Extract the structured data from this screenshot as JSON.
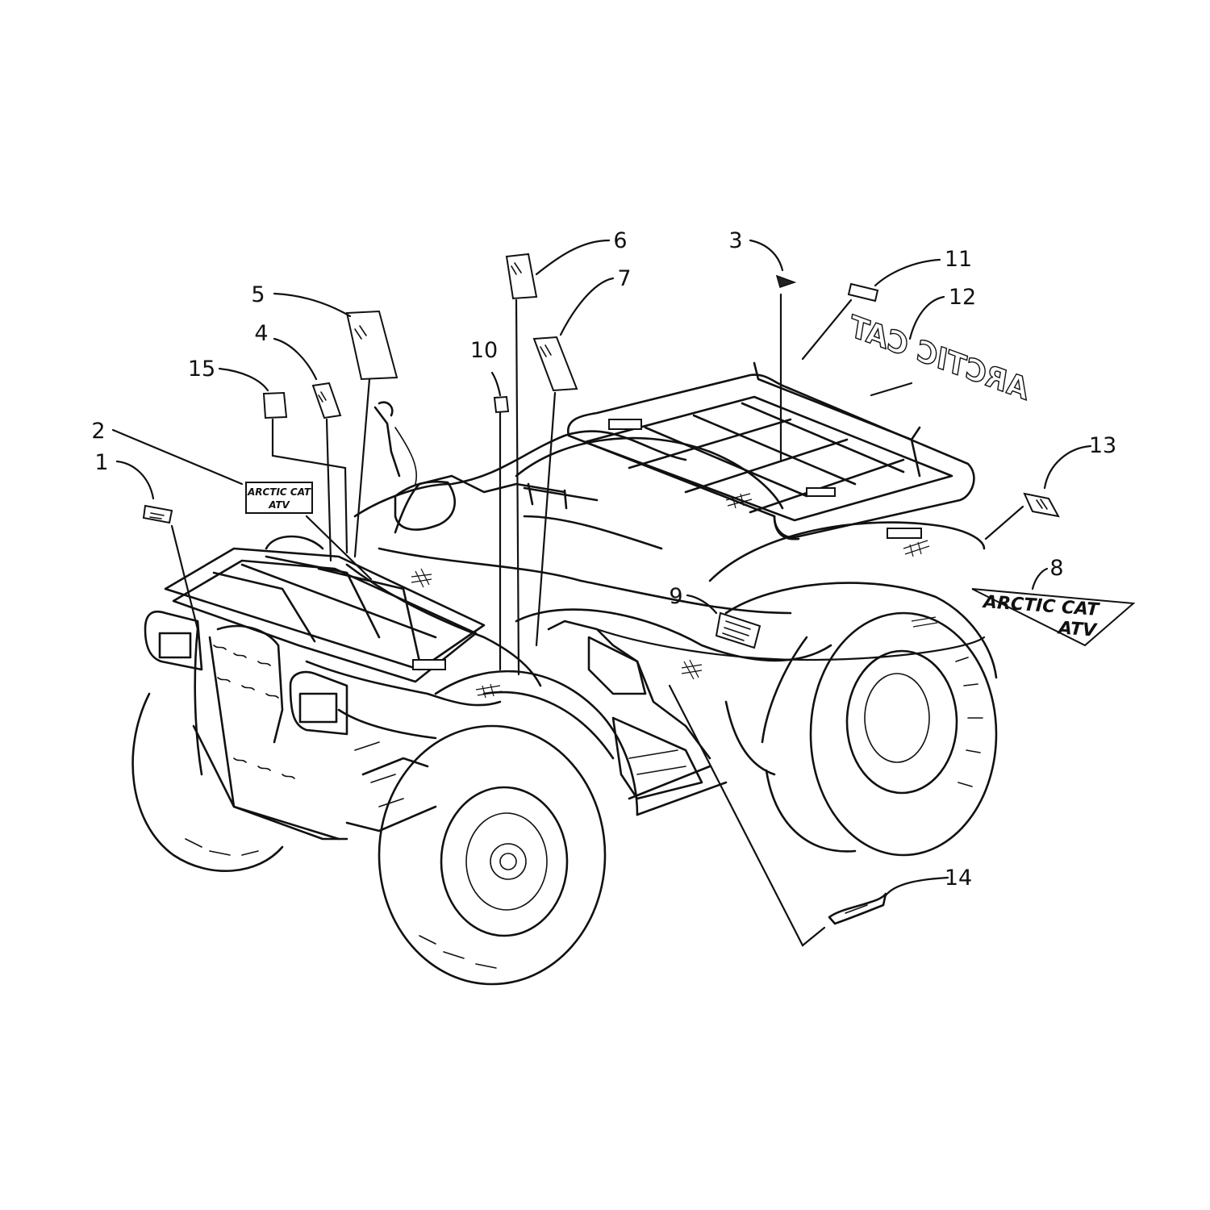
{
  "callouts": [
    {
      "id": "1",
      "label": "1"
    },
    {
      "id": "2",
      "label": "2"
    },
    {
      "id": "3",
      "label": "3"
    },
    {
      "id": "4",
      "label": "4"
    },
    {
      "id": "5",
      "label": "5"
    },
    {
      "id": "6",
      "label": "6"
    },
    {
      "id": "7",
      "label": "7"
    },
    {
      "id": "8",
      "label": "8"
    },
    {
      "id": "9",
      "label": "9"
    },
    {
      "id": "10",
      "label": "10"
    },
    {
      "id": "11",
      "label": "11"
    },
    {
      "id": "12",
      "label": "12"
    },
    {
      "id": "13",
      "label": "13"
    },
    {
      "id": "14",
      "label": "14"
    },
    {
      "id": "15",
      "label": "15"
    }
  ],
  "decals": {
    "front_brand_line1": "ARCTIC CAT",
    "front_brand_line2": "ATV",
    "side_brand_line1": "ARCTIC CAT",
    "side_brand_line2": "ATV",
    "rear_brand": "ARCTIC CAT"
  },
  "colors": {
    "ink": "#111111",
    "paper": "#ffffff"
  }
}
